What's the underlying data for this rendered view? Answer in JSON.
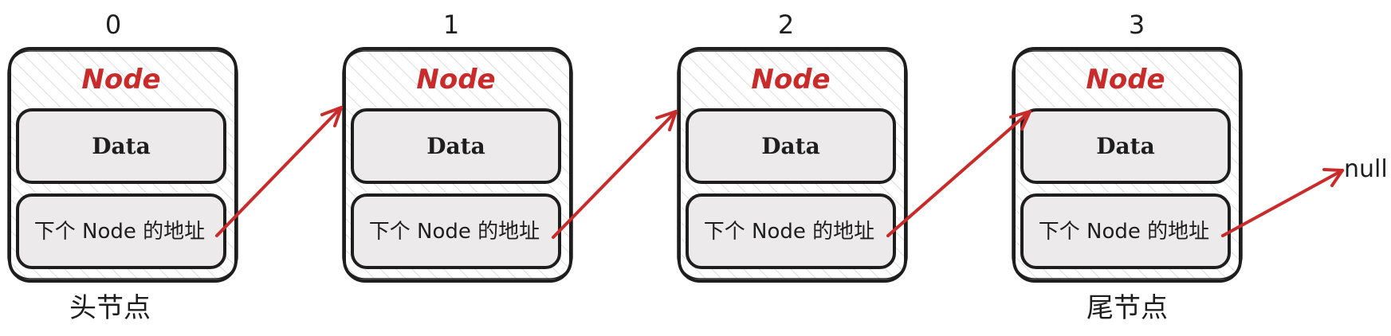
{
  "nodes": [
    {
      "index": "0",
      "title": "Node",
      "data_label": "Data",
      "next_label": "下个 Node 的地址"
    },
    {
      "index": "1",
      "title": "Node",
      "data_label": "Data",
      "next_label": "下个 Node 的地址"
    },
    {
      "index": "2",
      "title": "Node",
      "data_label": "Data",
      "next_label": "下个 Node 的地址"
    },
    {
      "index": "3",
      "title": "Node",
      "data_label": "Data",
      "next_label": "下个 Node 的地址"
    }
  ],
  "captions": {
    "head": "头节点",
    "tail": "尾节点"
  },
  "null_label": "null",
  "colors": {
    "stroke": "#1e1e1e",
    "title": "#c92a2a",
    "arrow": "#c92a2a",
    "inner_fill": "#eceaea",
    "hatch": "#d9d9d9"
  }
}
